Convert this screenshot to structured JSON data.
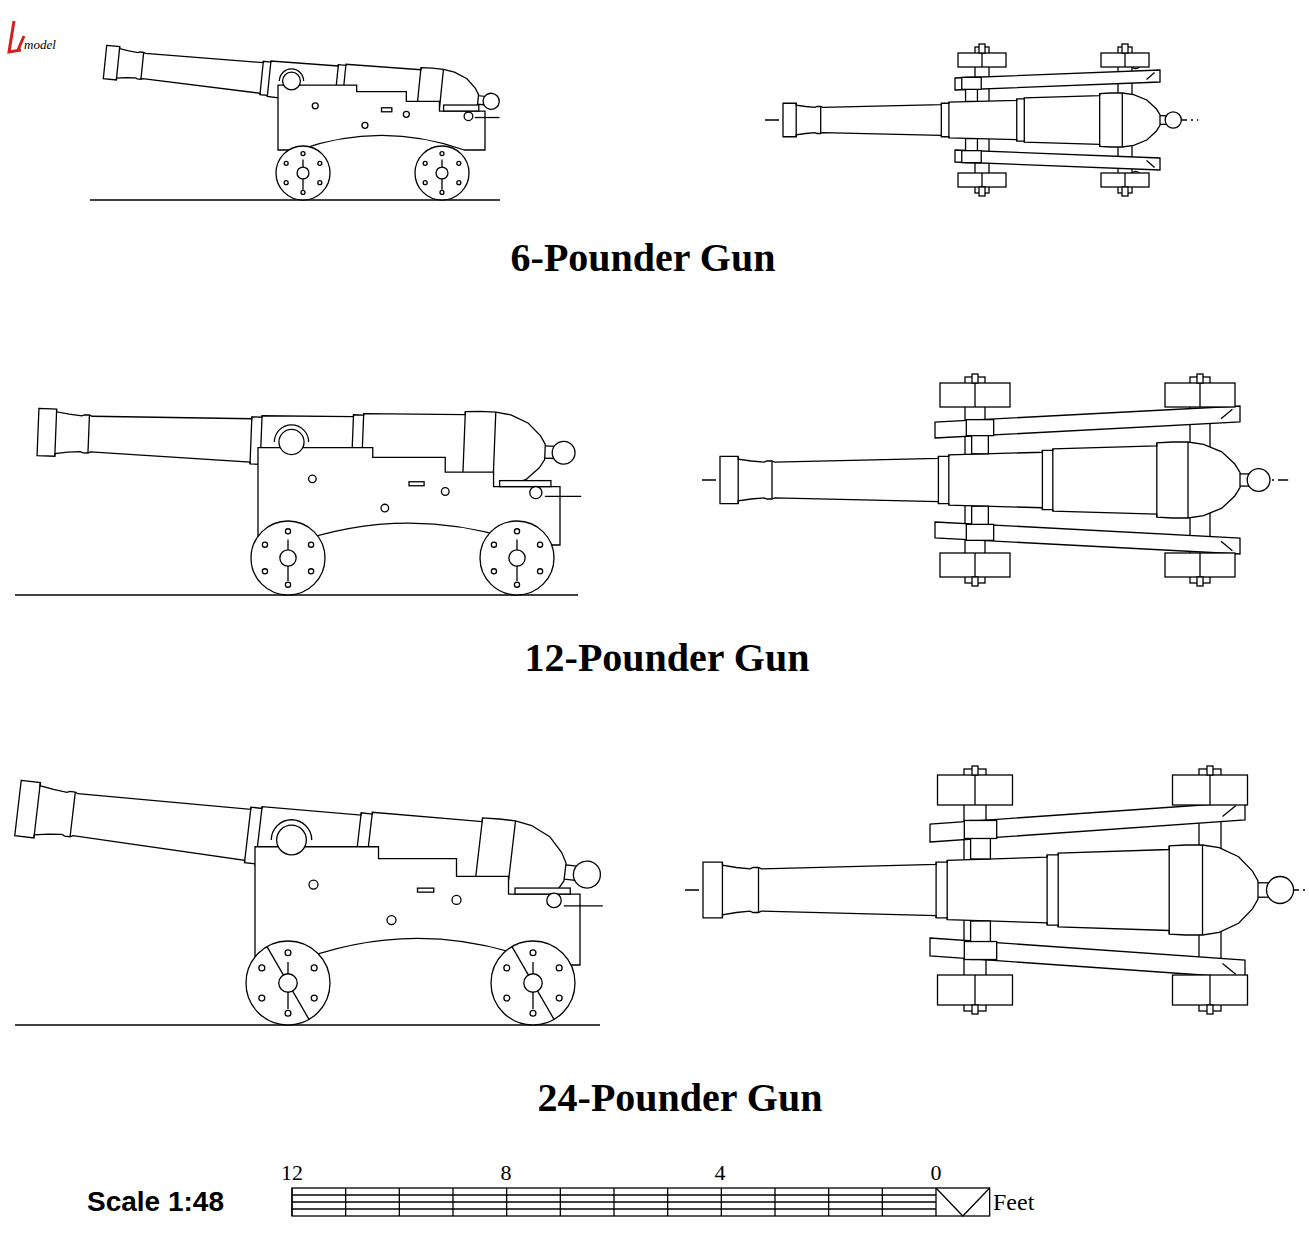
{
  "diagram": {
    "labels": [
      "model",
      "6-Pounder Gun",
      "12-Pounder Gun",
      "24-Pounder Gun",
      "Scale 1:48",
      "12",
      "8",
      "4",
      "0",
      "Feet"
    ]
  }
}
